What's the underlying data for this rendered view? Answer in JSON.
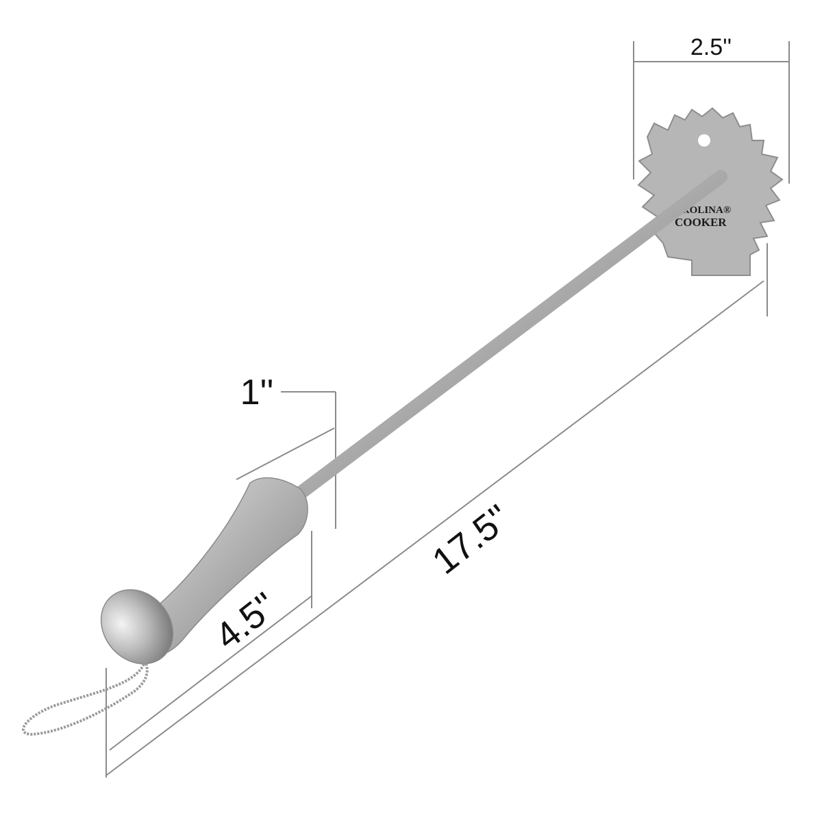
{
  "product": {
    "brand_logo_line1": "AROLINA®",
    "brand_logo_line2": "COOKER",
    "colors": {
      "metal": "#b4b4b4",
      "metal_dark": "#7d7d7d",
      "dimension_line": "#8a8a8a",
      "text": "#111111"
    }
  },
  "dimensions": {
    "head_width": "2.5''",
    "overall_length": "17.5''",
    "handle_length": "4.5''",
    "handle_diameter": "1''"
  }
}
